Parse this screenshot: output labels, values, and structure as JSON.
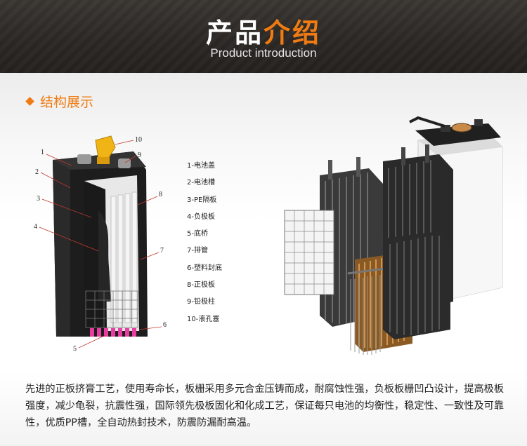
{
  "header": {
    "title_white": "产品",
    "title_orange": "介绍",
    "subtitle": "Product introduction",
    "accent_color": "#f07b12"
  },
  "section": {
    "title": "结构展示"
  },
  "diagram": {
    "callouts": [
      "1",
      "2",
      "3",
      "4",
      "5",
      "6",
      "7",
      "8",
      "9",
      "10"
    ],
    "legend": [
      "1-电池盖",
      "2-电池槽",
      "3-PE隔板",
      "4-负极板",
      "5-底桥",
      "7-排管",
      "6-塑料封底",
      "8-正极板",
      "9-铅极柱",
      "10-液孔塞"
    ]
  },
  "description": "先进的正板挤膏工艺，使用寿命长，板栅采用多元合金压铸而成，耐腐蚀性强，负板板栅凹凸设计，提高极板强度，减少龟裂，抗震性强，国际领先极板固化和化成工艺，保证每只电池的均衡性，稳定性、一致性及可靠性，优质PP槽，全自动热封技术，防震防漏耐高温。"
}
